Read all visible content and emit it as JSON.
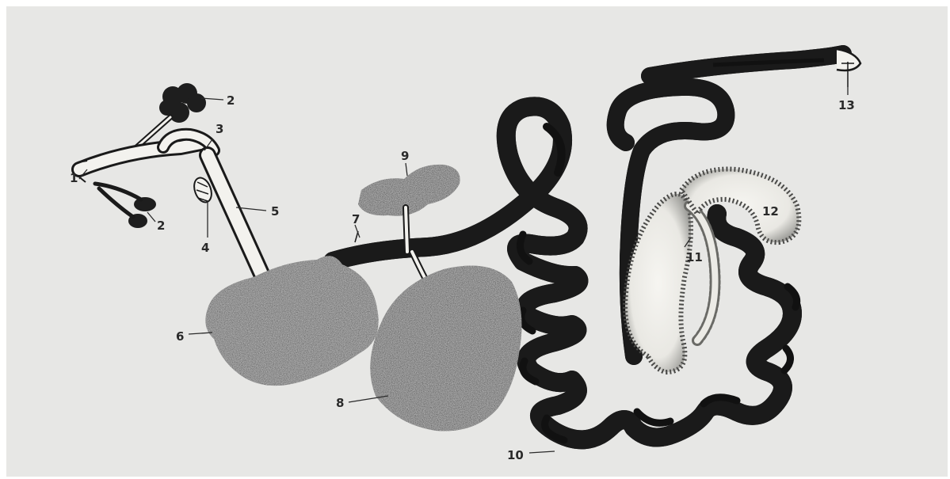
{
  "labels": {
    "l1": "1",
    "l2a": "2",
    "l2b": "2",
    "l3": "3",
    "l4": "4",
    "l5": "5",
    "l6": "6",
    "l7": "7",
    "l8": "8",
    "l9": "9",
    "l10": "10",
    "l11": "11",
    "l12": "12",
    "l13": "13"
  },
  "colors": {
    "paper": "#e7e7e5",
    "ink": "#1a1a1a",
    "organ_dark": "#2b2b2b",
    "organ_light": "#f3f2ee"
  }
}
